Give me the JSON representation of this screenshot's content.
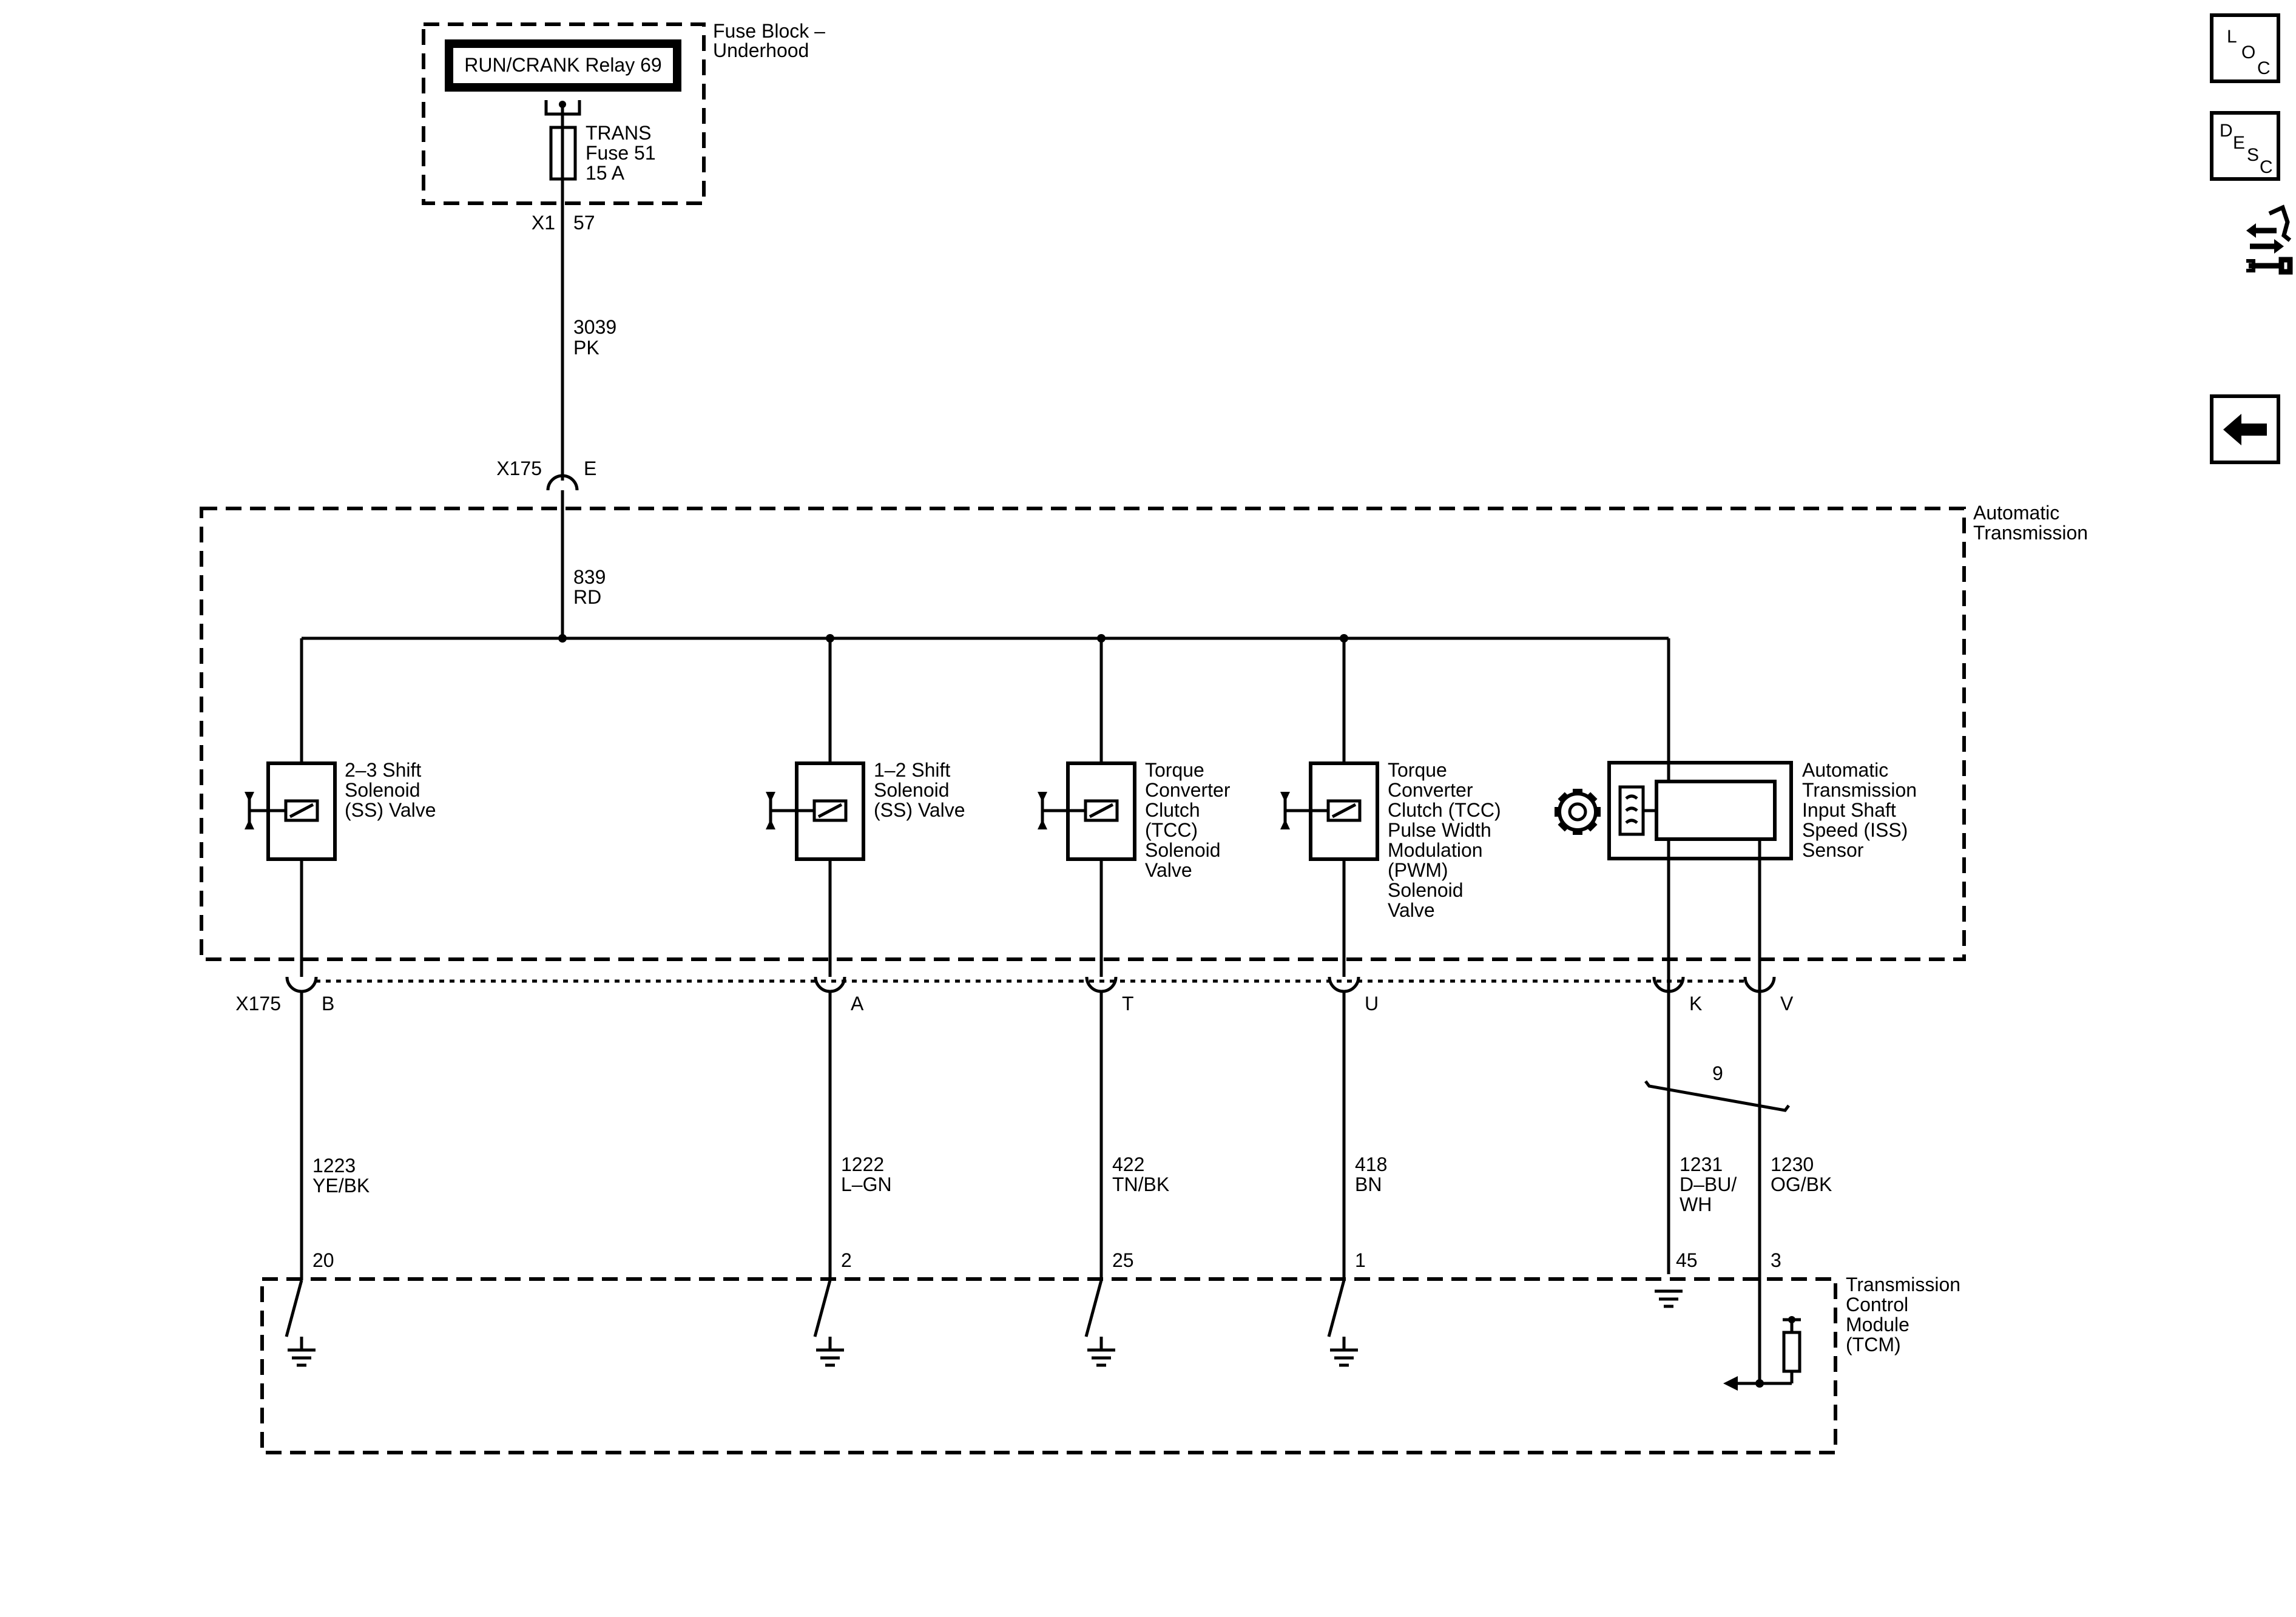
{
  "fuse_block": {
    "title": [
      "Fuse Block –",
      "Underhood"
    ],
    "relay": "RUN/CRANK Relay 69",
    "fuse": [
      "TRANS",
      "Fuse 51",
      "15 A"
    ],
    "conn_name": "X1",
    "conn_pin": "57"
  },
  "feed_wire": {
    "circuit": "3039",
    "color": "PK"
  },
  "x175_top": {
    "name": "X175",
    "pin": "E"
  },
  "trans_feed": {
    "circuit": "839",
    "color": "RD"
  },
  "auto_trans_title": [
    "Automatic",
    "Transmission"
  ],
  "x175_name": "X175",
  "components": [
    {
      "lines": [
        "2–3 Shift",
        "Solenoid",
        "(SS) Valve"
      ],
      "pin": "B",
      "circuit": "1223",
      "color": [
        "YE/BK"
      ],
      "tcm_pin": "20"
    },
    {
      "lines": [
        "1–2 Shift",
        "Solenoid",
        "(SS) Valve"
      ],
      "pin": "A",
      "circuit": "1222",
      "color": [
        "L–GN"
      ],
      "tcm_pin": "2"
    },
    {
      "lines": [
        "Torque",
        "Converter",
        "Clutch",
        "(TCC)",
        "Solenoid",
        "Valve"
      ],
      "pin": "T",
      "circuit": "422",
      "color": [
        "TN/BK"
      ],
      "tcm_pin": "25"
    },
    {
      "lines": [
        "Torque",
        "Converter",
        "Clutch (TCC)",
        "Pulse Width",
        "Modulation",
        "(PWM)",
        "Solenoid",
        "Valve"
      ],
      "pin": "U",
      "circuit": "418",
      "color": [
        "BN"
      ],
      "tcm_pin": "1"
    }
  ],
  "iss_sensor": {
    "lines": [
      "Automatic",
      "Transmission",
      "Input Shaft",
      "Speed (ISS)",
      "Sensor"
    ],
    "pins": [
      "K",
      "V"
    ],
    "wires": [
      {
        "circuit": "1231",
        "color": [
          "D–BU/",
          "WH"
        ],
        "tcm_pin": "45"
      },
      {
        "circuit": "1230",
        "color": [
          "OG/BK"
        ],
        "tcm_pin": "3"
      }
    ],
    "twist_label": "9"
  },
  "tcm_title": [
    "Transmission",
    "Control",
    "Module",
    "(TCM)"
  ],
  "nav": {
    "loc": [
      "L",
      "O",
      "C"
    ],
    "desc": [
      "D",
      "E",
      "S",
      "C"
    ],
    "back_glyph": "←"
  }
}
